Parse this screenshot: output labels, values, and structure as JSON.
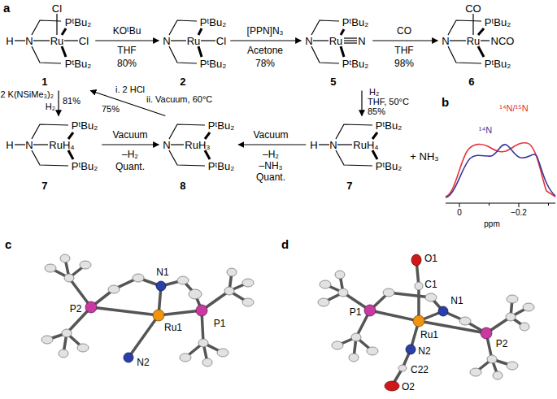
{
  "diagram": {
    "nodes": [
      {
        "text": [
          "Cl",
          "PᵗBu₂",
          "H",
          "N",
          "Ru",
          "Cl",
          "PᵗBu₂",
          "1"
        ]
      },
      {
        "text": [
          "PᵗBu₂",
          "N",
          "Ru",
          "Cl",
          "PᵗBu₂",
          "2"
        ]
      },
      {
        "text": [
          "PᵗBu₂",
          "N",
          "Ru",
          "N",
          "PᵗBu₂",
          "5"
        ]
      },
      {
        "text": [
          "CO",
          "PᵗBu₂",
          "N",
          "Ru",
          "NCO",
          "PᵗBu₂",
          "6"
        ]
      },
      {
        "text": [
          "PᵗBu₂",
          "H",
          "N",
          "RuH₄",
          "PᵗBu₂",
          "7"
        ]
      },
      {
        "text": [
          "PᵗBu₂",
          "N",
          "RuH₃",
          "PᵗBu₂",
          "8"
        ]
      },
      {
        "text": [
          "PᵗBu₂",
          "H",
          "N",
          "RuH₄",
          "PᵗBu₂",
          "7"
        ]
      }
    ],
    "edges": [
      {
        "from": 0,
        "to": 1,
        "arrow": "to",
        "label": "KOᵗBu"
      },
      {
        "from": 1,
        "to": 2,
        "arrow": "to",
        "label": "[PPN]N₃"
      },
      {
        "from": 2,
        "to": 3,
        "arrow": "to",
        "label": "CO"
      },
      {
        "from": 0,
        "to": 4,
        "arrow": "to",
        "label": "2 K(NSiMe₃)₂"
      },
      {
        "from": 5,
        "to": 0,
        "arrow": "to",
        "label": "i. 2 HCl"
      },
      {
        "from": 2,
        "to": 6,
        "arrow": "to",
        "label": "H₂"
      },
      {
        "from": 4,
        "to": 5,
        "arrow": "to",
        "label": "Vacuum"
      },
      {
        "from": 6,
        "to": 5,
        "arrow": "to",
        "label": "Vacuum"
      }
    ],
    "labels": [
      "a",
      "THF",
      "80%",
      "Acetone",
      "78%",
      "THF",
      "98%",
      "H₂",
      "81%",
      "ii. Vacuum, 60°C",
      "75%",
      "THF, 50°C",
      "85%",
      "–H₂",
      "Quant.",
      "–H₂",
      "–NH₃",
      "Quant.",
      "+ NH₃",
      "b",
      "¹⁴N/¹⁵N",
      "¹⁴N",
      "0",
      "−0.2",
      "ppm",
      "c",
      "P2",
      "N1",
      "P1",
      "Ru1",
      "N2",
      "d",
      "O1",
      "C1",
      "N1",
      "P1",
      "Ru1",
      "P2",
      "N2",
      "C22",
      "O2"
    ]
  }
}
